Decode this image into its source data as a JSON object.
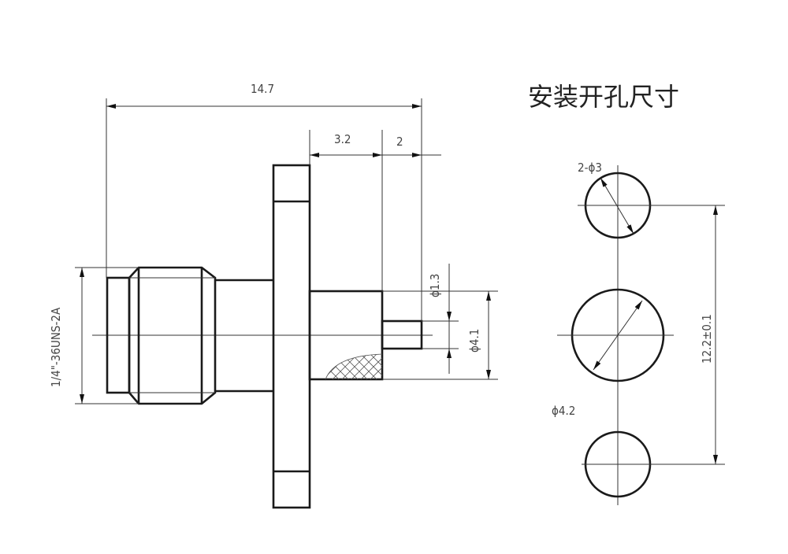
{
  "title": "安装开孔尺寸",
  "dimensions": {
    "overall_length": "14.7",
    "rear_body_length": "3.2",
    "pin_length": "2",
    "thread": "1/4\"-36UNS-2A",
    "pin_diameter": "ϕ1.3",
    "rear_body_diameter": "ϕ4.1",
    "small_holes": "2-ϕ3",
    "center_hole": "ϕ4.2",
    "hole_spacing": "12.2±0.1"
  }
}
